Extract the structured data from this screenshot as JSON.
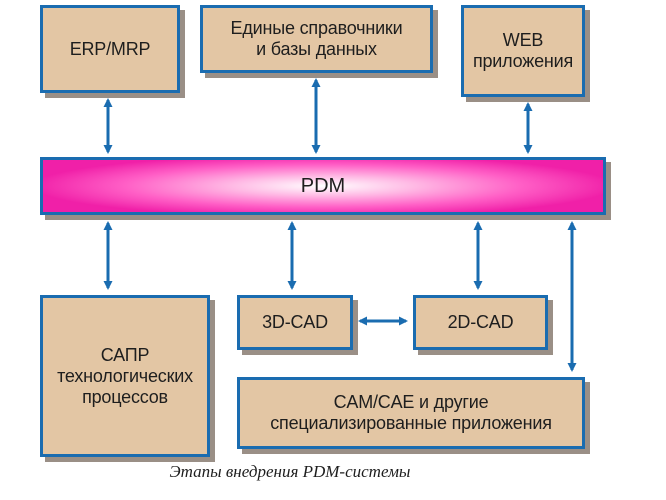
{
  "boxes": {
    "erp": {
      "lines": [
        "ERP/MRP"
      ]
    },
    "reference": {
      "lines": [
        "Единые справочники",
        "и базы данных"
      ]
    },
    "web": {
      "lines": [
        "WEB",
        "приложения"
      ]
    },
    "pdm": {
      "label": "PDM"
    },
    "sapr": {
      "lines": [
        "САПР",
        "технологических",
        "процессов"
      ]
    },
    "cad3d": {
      "lines": [
        "3D-CAD"
      ]
    },
    "cad2d": {
      "lines": [
        "2D-CAD"
      ]
    },
    "camcae": {
      "lines": [
        "CAM/CAE и другие",
        "специализированные приложения"
      ]
    }
  },
  "caption": "Этапы внедрения PDM-системы",
  "colors": {
    "border": "#1a6cb0",
    "box_fill": "#e3c6a4",
    "pdm_fill": "#ff5fc6",
    "arrow": "#1a6cb0"
  }
}
